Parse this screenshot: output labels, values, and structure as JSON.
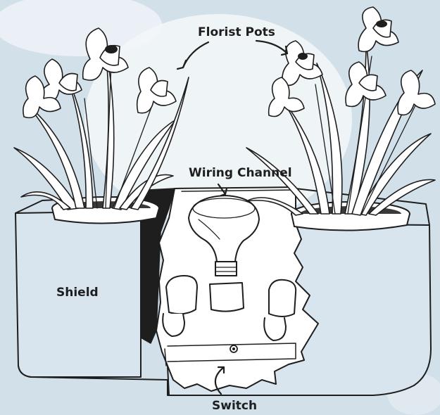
{
  "labels": {
    "florist_pots": "Florist Pots",
    "wiring_channel": "Wiring Channel",
    "shield": "Shield",
    "switch": "Switch"
  },
  "colors": {
    "background": "#d2e0ea",
    "highlight": "#f4f7f9",
    "ink": "#1e1e1e",
    "paper": "#ffffff"
  }
}
